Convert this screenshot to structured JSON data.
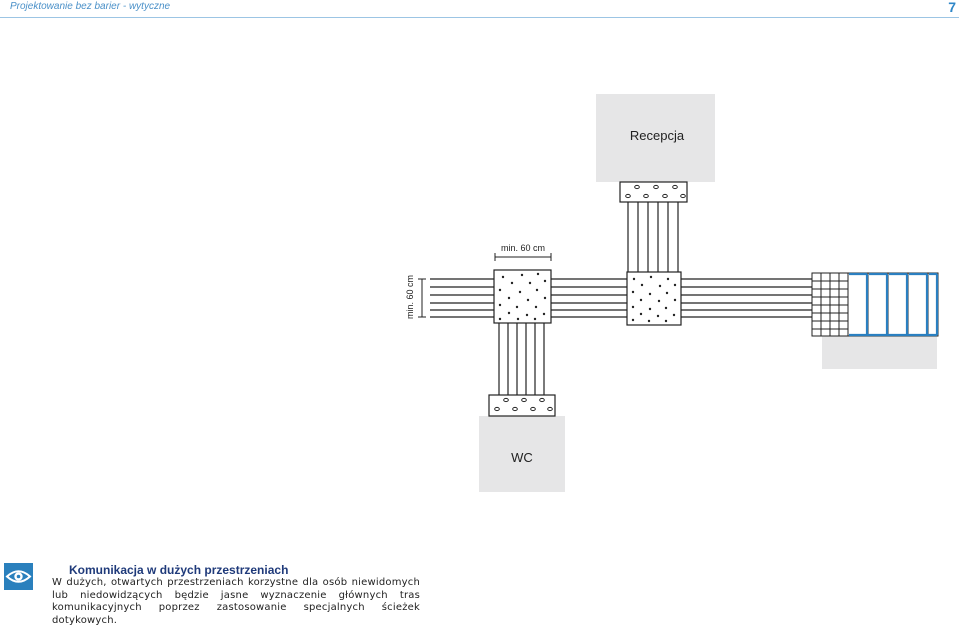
{
  "header": {
    "title": "Projektowanie bez barier - wytyczne",
    "page_number": "7"
  },
  "diagram": {
    "rooms": {
      "reception": "Recepcja",
      "wc": "WC"
    },
    "dimensions": {
      "horizontal": "min. 60 cm",
      "vertical": "min. 60 cm"
    },
    "colors": {
      "room_fill": "#e6e6e7",
      "stairs_accent": "#2a7fc0",
      "line": "#222222"
    }
  },
  "section": {
    "icon": "eye-icon",
    "heading": "Komunikacja w dużych przestrzeniach",
    "body": "W dużych, otwartych przestrzeniach korzystne dla osób niewidomych lub niedowidzących będzie jasne wyznaczenie głównych tras komunikacyjnych poprzez zastosowanie specjalnych ścieżek dotykowych."
  }
}
